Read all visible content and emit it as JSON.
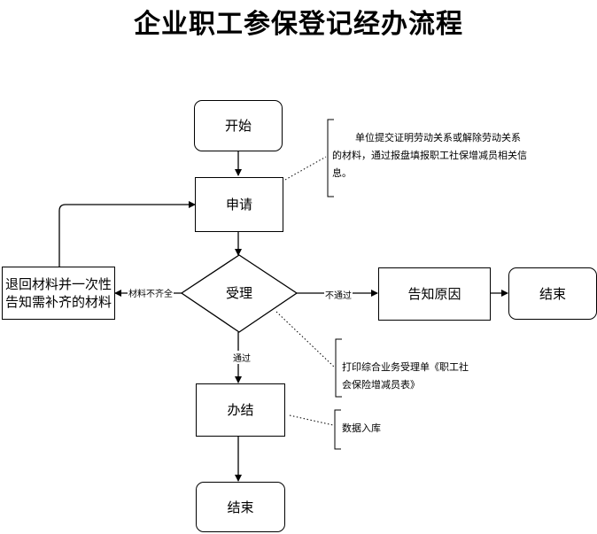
{
  "title": "企业职工参保登记经办流程",
  "nodes": {
    "start": "开始",
    "apply": "申请",
    "accept": "受理",
    "return_line1": "退回材料并一次性",
    "return_line2": "告知需补齐的材料",
    "reason": "告知原因",
    "end_right": "结束",
    "process": "办结",
    "end_bottom": "结束"
  },
  "edges": {
    "incomplete": "材料不齐全",
    "rejected": "不通过",
    "passed": "通过"
  },
  "notes": {
    "apply_line1": "单位提交证明劳动关系或解除劳动关系",
    "apply_line2": "的材料，通过报盘填报职工社保增减员相关信",
    "apply_line3": "息。",
    "accept_line1": "打印综合业务受理单《职工社",
    "accept_line2": "会保险增减员表》",
    "process_line1": "数据入库"
  }
}
